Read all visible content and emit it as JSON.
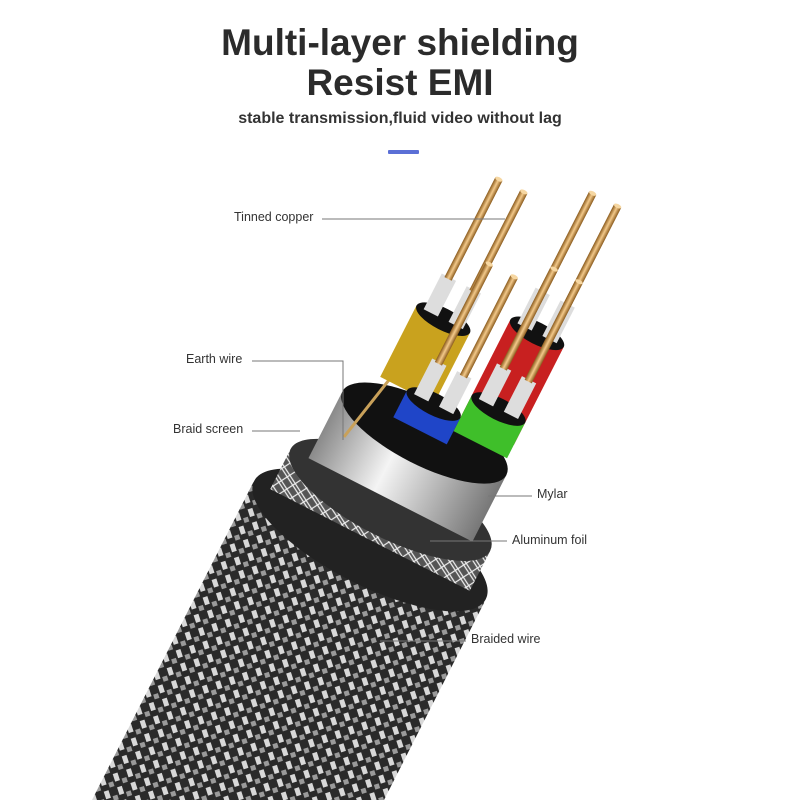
{
  "heading": {
    "line1": "Multi-layer shielding",
    "line2": "Resist EMI",
    "subtitle": "stable transmission,fluid video without lag"
  },
  "accent_color": "#5b6fd6",
  "labels": {
    "tinned_copper": "Tinned copper",
    "earth_wire": "Earth wire",
    "braid_screen": "Braid screen",
    "mylar": "Mylar",
    "aluminum_foil": "Aluminum foil",
    "braided_wire": "Braided wire"
  },
  "pair_colors": [
    "#c9a21e",
    "#3fbf2a",
    "#1f45c8",
    "#c82020"
  ]
}
